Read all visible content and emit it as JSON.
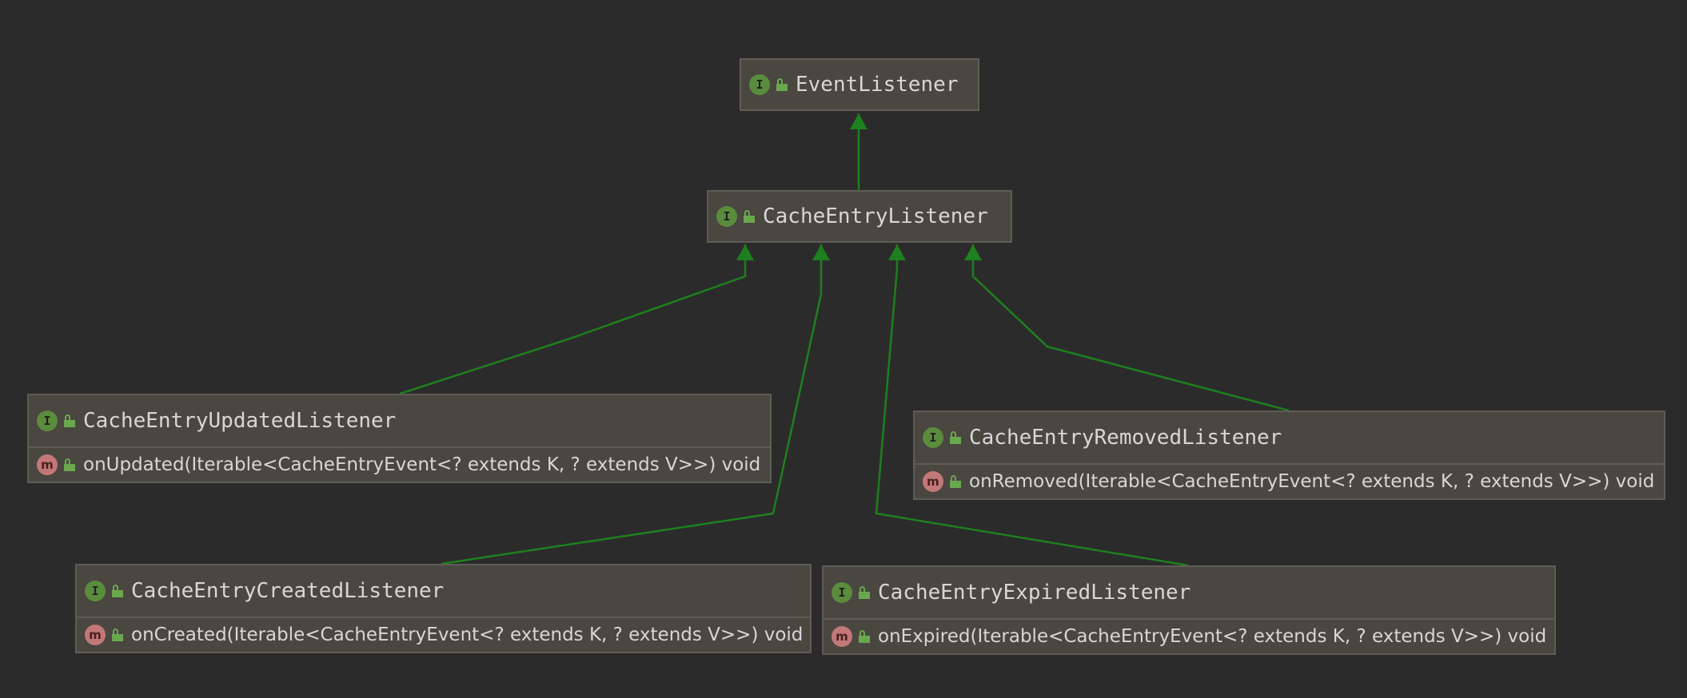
{
  "nodes": {
    "event_listener": {
      "icon": "interface-icon",
      "badge": "I",
      "title": "EventListener"
    },
    "cache_entry_listener": {
      "icon": "interface-icon",
      "badge": "I",
      "title": "CacheEntryListener"
    },
    "updated_listener": {
      "icon": "interface-icon",
      "badge": "I",
      "title": "CacheEntryUpdatedListener",
      "member_badge": "m",
      "member": "onUpdated(Iterable<CacheEntryEvent<? extends K, ? extends V>>) void"
    },
    "removed_listener": {
      "icon": "interface-icon",
      "badge": "I",
      "title": "CacheEntryRemovedListener",
      "member_badge": "m",
      "member": "onRemoved(Iterable<CacheEntryEvent<? extends K, ? extends V>>) void"
    },
    "created_listener": {
      "icon": "interface-icon",
      "badge": "I",
      "title": "CacheEntryCreatedListener",
      "member_badge": "m",
      "member": "onCreated(Iterable<CacheEntryEvent<? extends K, ? extends V>>) void"
    },
    "expired_listener": {
      "icon": "interface-icon",
      "badge": "I",
      "title": "CacheEntryExpiredListener",
      "member_badge": "m",
      "member": "onExpired(Iterable<CacheEntryEvent<? extends K, ? extends V>>) void"
    }
  },
  "edges": [
    {
      "from": "CacheEntryListener",
      "to": "EventListener",
      "type": "extends"
    },
    {
      "from": "CacheEntryUpdatedListener",
      "to": "CacheEntryListener",
      "type": "extends"
    },
    {
      "from": "CacheEntryCreatedListener",
      "to": "CacheEntryListener",
      "type": "extends"
    },
    {
      "from": "CacheEntryExpiredListener",
      "to": "CacheEntryListener",
      "type": "extends"
    },
    {
      "from": "CacheEntryRemovedListener",
      "to": "CacheEntryListener",
      "type": "extends"
    }
  ],
  "colors": {
    "background": "#2b2b2b",
    "node_fill": "#4a4640",
    "node_border": "#5f5c57",
    "edge": "#1e7f1e",
    "interface_badge": "#5b8c3d",
    "method_badge": "#c27878",
    "text": "#d7d7d7"
  }
}
